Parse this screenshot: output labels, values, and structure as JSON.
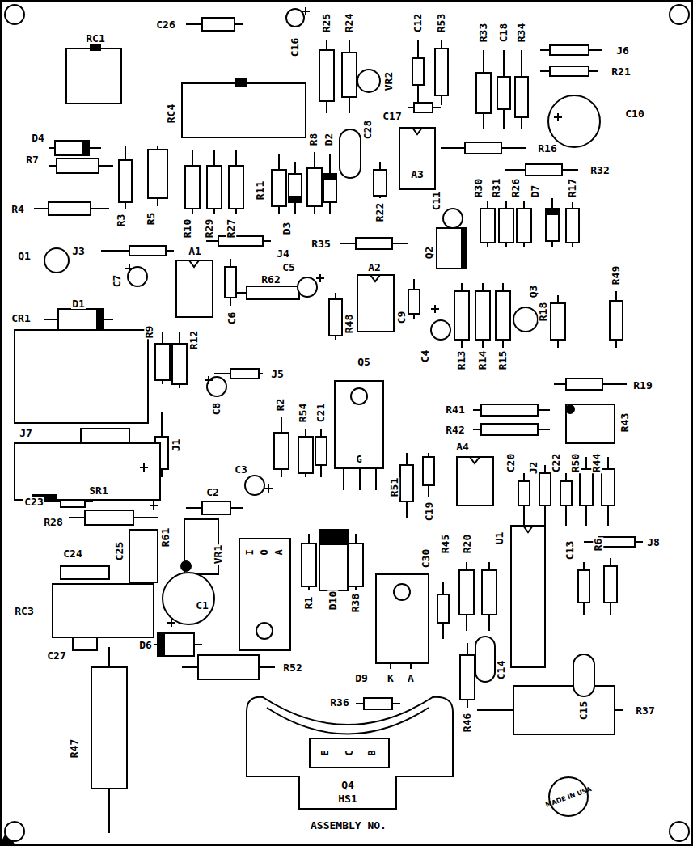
{
  "diagram": {
    "nodes": [
      {
        "text": [
          "G"
        ]
      },
      {
        "text": [
          "I",
          "O",
          "A"
        ]
      },
      {
        "text": [
          "E",
          "C",
          "B"
        ]
      }
    ],
    "labels": [
      "RC1",
      "C26",
      "C16",
      "R25",
      "R24",
      "C12",
      "R53",
      "R33",
      "C18",
      "R34",
      "J6",
      "R21",
      "C10",
      "RC4",
      "VR2",
      "C28",
      "C17",
      "R16",
      "R32",
      "D4",
      "R7",
      "R4",
      "R3",
      "R5",
      "R10",
      "R29",
      "R27",
      "R11",
      "D3",
      "R8",
      "D2",
      "R22",
      "A3",
      "C11",
      "R30",
      "R31",
      "R26",
      "D7",
      "R17",
      "J3",
      "J4",
      "R35",
      "Q2",
      "Q1",
      "C7",
      "A1",
      "C5",
      "A2",
      "R62",
      "C6",
      "R48",
      "C9",
      "C4",
      "R13",
      "R14",
      "R15",
      "Q3",
      "R18",
      "R49",
      "D1",
      "CR1",
      "R9",
      "R12",
      "J5",
      "C8",
      "Q5",
      "R19",
      "R2",
      "R54",
      "C21",
      "R41",
      "R42",
      "R43",
      "J7",
      "J1",
      "SR1",
      "C3",
      "A4",
      "C20",
      "J2",
      "C22",
      "R50",
      "R44",
      "R51",
      "C19",
      "C2",
      "C23",
      "R28",
      "J8",
      "C24",
      "C25",
      "R61",
      "VR1",
      "D10",
      "R1",
      "R38",
      "C30",
      "R45",
      "R20",
      "U1",
      "C13",
      "R6",
      "RC3",
      "C1",
      "C27",
      "D6",
      "R52",
      "D9",
      "K",
      "A",
      "C14",
      "R46",
      "C15",
      "R37",
      "R36",
      "R47",
      "Q4",
      "HS1",
      "ASSEMBLY NO.",
      "MADE IN USA"
    ]
  }
}
